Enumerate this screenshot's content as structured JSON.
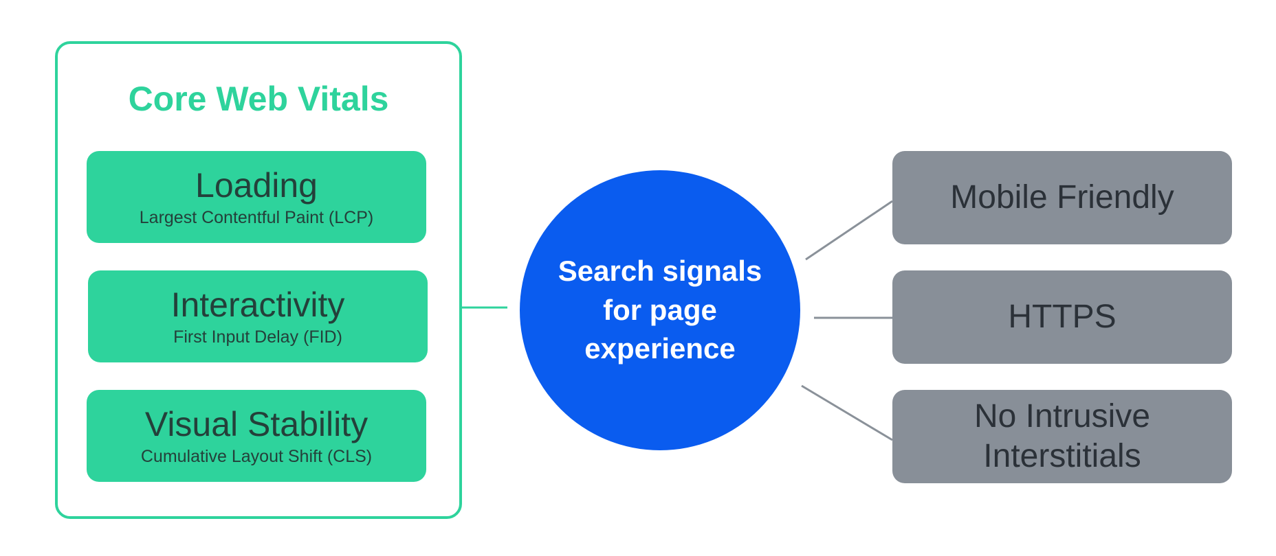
{
  "core_web_vitals": {
    "title": "Core Web Vitals",
    "metrics": [
      {
        "name": "Loading",
        "subtitle": "Largest Contentful Paint (LCP)"
      },
      {
        "name": "Interactivity",
        "subtitle": "First Input Delay (FID)"
      },
      {
        "name": "Visual Stability",
        "subtitle": "Cumulative Layout Shift (CLS)"
      }
    ]
  },
  "hub": {
    "label": "Search signals for page experience"
  },
  "other_signals": [
    {
      "label": "Mobile Friendly"
    },
    {
      "label": "HTTPS"
    },
    {
      "label": "No Intrusive Interstitials"
    }
  ],
  "colors": {
    "accent_green": "#2ed39c",
    "hub_blue": "#0a5cef",
    "signal_gray": "#888f98",
    "connector_gray": "#8a9199"
  }
}
